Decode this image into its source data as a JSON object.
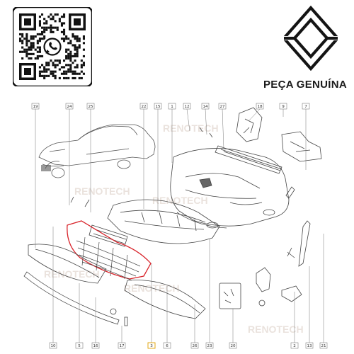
{
  "header": {
    "genuine_label": "PEÇA GENUÍNA",
    "qr_icon": "whatsapp-icon",
    "brand_logo": "renault-logo-icon"
  },
  "watermark": {
    "text": "RENOTECH"
  },
  "diagram": {
    "callouts": [
      "19",
      "24",
      "25",
      "22",
      "15",
      "1",
      "12",
      "14",
      "27",
      "18",
      "9",
      "7",
      "10",
      "5",
      "16",
      "17",
      "3",
      "6",
      "26",
      "23",
      "20",
      "2",
      "13",
      "21"
    ],
    "highlight_part": "3",
    "colors": {
      "line": "#444444",
      "highlight": "#d8232a",
      "label_box": "#666666"
    }
  }
}
